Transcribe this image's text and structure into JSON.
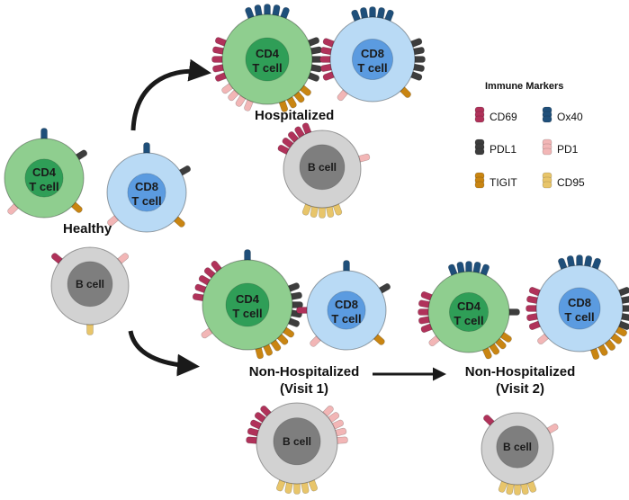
{
  "groups": {
    "healthy": "Healthy",
    "hospitalized": "Hospitalized",
    "nonhosp_v1_line1": "Non-Hospitalized",
    "nonhosp_v1_line2": "(Visit 1)",
    "nonhosp_v2_line1": "Non-Hospitalized",
    "nonhosp_v2_line2": "(Visit 2)"
  },
  "cell_labels": {
    "cd4_line1": "CD4",
    "cd8_line1": "CD8",
    "tcell_line2": "T cell",
    "bcell": "B cell"
  },
  "legend": {
    "title": "Immune Markers",
    "items": [
      {
        "key": "cd69",
        "label": "CD69",
        "color": "#b0325a"
      },
      {
        "key": "ox40",
        "label": "Ox40",
        "color": "#1f4f7a"
      },
      {
        "key": "pdl1",
        "label": "PDL1",
        "color": "#3d3d3d"
      },
      {
        "key": "pd1",
        "label": "PD1",
        "color": "#f2b6b6"
      },
      {
        "key": "tigit",
        "label": "TIGIT",
        "color": "#c98512"
      },
      {
        "key": "cd95",
        "label": "CD95",
        "color": "#e8c56a"
      }
    ]
  },
  "cell_colors": {
    "cd4_outer": "#8fce8f",
    "cd4_inner": "#2f9e57",
    "cd8_outer": "#b9daf5",
    "cd8_inner": "#5b9be0",
    "bcell_outer": "#d2d2d2",
    "bcell_inner": "#7e7e7e"
  }
}
